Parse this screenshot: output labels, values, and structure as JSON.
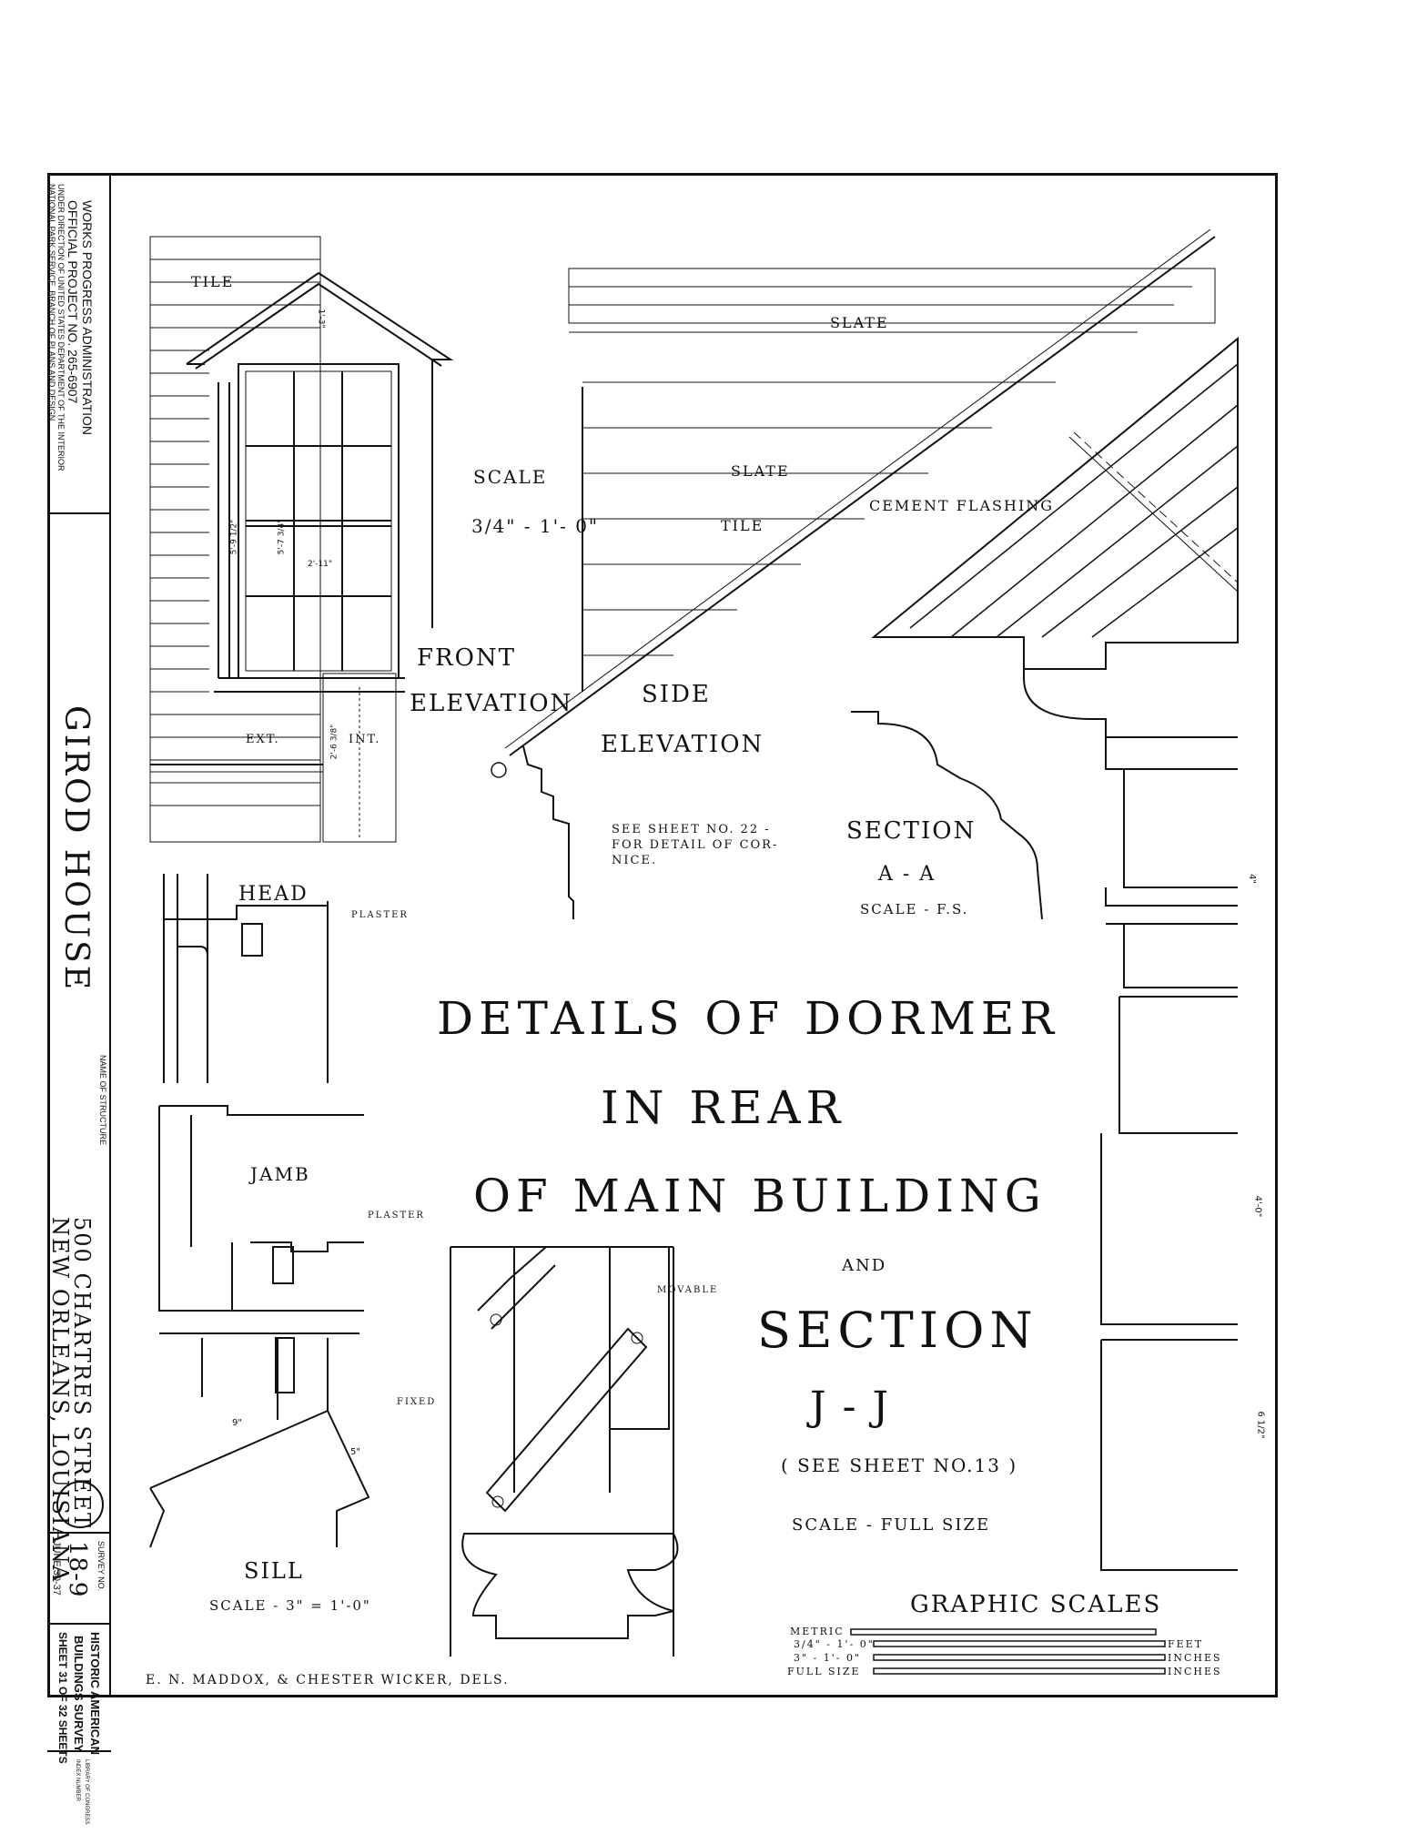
{
  "title_block": {
    "agency": "WORKS PROGRESS ADMINISTRATION",
    "project": "OFFICIAL PROJECT NO. 265-6907",
    "direction_1": "UNDER DIRECTION OF UNITED STATES DEPARTMENT OF THE INTERIOR",
    "direction_2": "NATIONAL PARK SERVICE, BRANCH OF PLANS AND DESIGN",
    "structure": "GIROD HOUSE",
    "name_label": "NAME OF STRUCTURE",
    "address_1": "500 CHARTRES STREET",
    "address_2": "NEW ORLEANS, LOUISIANA",
    "survey_label": "SURVEY NO.",
    "survey_no": "18-9",
    "date": "JUNE 30-37",
    "habs_1": "HISTORIC AMERICAN",
    "habs_2": "BUILDINGS SURVEY",
    "sheet": "SHEET 31 OF 32 SHEETS",
    "loc_1": "LIBRARY OF CONGRESS",
    "loc_2": "INDEX NUMBER"
  },
  "drawing": {
    "title_1": "DETAILS OF DORMER",
    "title_2": "IN REAR",
    "title_3": "OF MAIN BUILDING",
    "and": "AND",
    "section": "SECTION",
    "section_id": "J - J",
    "see_sheet": "( SEE SHEET NO.13 )",
    "scale_full": "SCALE - FULL SIZE",
    "front_1": "FRONT",
    "front_2": "ELEVATION",
    "side_1": "SIDE",
    "side_2": "ELEVATION",
    "scale_word": "SCALE",
    "scale_value": "3/4\" - 1'- 0\"",
    "section_aa_1": "SECTION",
    "section_aa_2": "A - A",
    "section_aa_scale": "SCALE - F.S.",
    "head": "HEAD",
    "jamb": "JAMB",
    "sill": "SILL",
    "sill_scale": "SCALE - 3\" = 1'-0\"",
    "tile": "TILE",
    "slate": "SLATE",
    "slate_2": "SLATE",
    "tile_2": "TILE",
    "cement": "CEMENT FLASHING",
    "see_22_1": "SEE SHEET NO. 22 -",
    "see_22_2": "FOR DETAIL OF COR-",
    "see_22_3": "NICE.",
    "plaster": "PLASTER",
    "plaster_2": "PLASTER",
    "ext": "EXT.",
    "int": "INT.",
    "fixed": "FIXED",
    "movable": "MOVABLE",
    "delineators": "E. N. MADDOX, & CHESTER WICKER, DELS."
  },
  "graphic_scales": {
    "title": "GRAPHIC SCALES",
    "metric": "METRIC",
    "row_1": "3/4\" - 1'- 0\"",
    "row_2": "3\" - 1'- 0\"",
    "row_3": "FULL SIZE",
    "unit_1": "FEET",
    "unit_2": "INCHES",
    "unit_3": "INCHES"
  },
  "dimensions": {
    "d1": "1'-3\"",
    "d2": "5'-9 1/2\"",
    "d3": "5'-7 3/4\"",
    "d4": "2'-11\"",
    "d5": "2'-6 3/8\"",
    "d6": "4\"",
    "d7": "4'-0\"",
    "d8": "6 1/2\"",
    "d9": "9\"",
    "d10": "5\""
  }
}
